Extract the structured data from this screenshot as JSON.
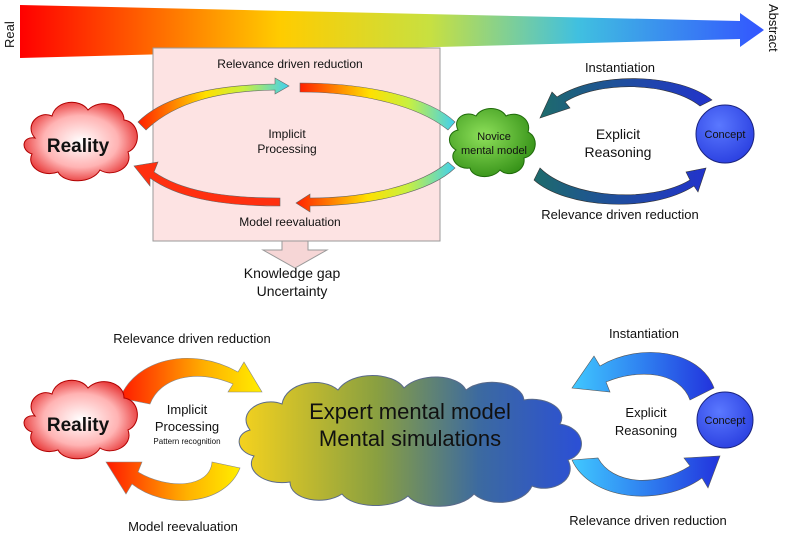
{
  "axis": {
    "left_label": "Real",
    "right_label": "Abstract"
  },
  "top": {
    "box_label_top": "Relevance driven reduction",
    "box_label_bottom": "Model reevaluation",
    "implicit_line1": "Implicit",
    "implicit_line2": "Processing",
    "reality": "Reality",
    "novice_line1": "Novice",
    "novice_line2": "mental model",
    "instantiation": "Instantiation",
    "explicit_line1": "Explicit",
    "explicit_line2": "Reasoning",
    "concept": "Concept",
    "right_reduction": "Relevance driven reduction",
    "gap_line1": "Knowledge gap",
    "gap_line2": "Uncertainty"
  },
  "bottom": {
    "left_reduction": "Relevance driven reduction",
    "reality": "Reality",
    "implicit_line1": "Implicit",
    "implicit_line2": "Processing",
    "pattern": "Pattern recognition",
    "model_reevaluation": "Model reevaluation",
    "expert_line1": "Expert mental model",
    "expert_line2": "Mental simulations",
    "instantiation": "Instantiation",
    "explicit_line1": "Explicit",
    "explicit_line2": "Reasoning",
    "concept": "Concept",
    "right_reduction": "Relevance driven reduction"
  },
  "colors": {
    "red": "#ff0000",
    "yellow": "#ffff00",
    "cyan": "#33ccff",
    "blue": "#3355ff",
    "navy": "#1a237e",
    "green": "#4cbb17",
    "box_fill": "#fde3e3"
  }
}
